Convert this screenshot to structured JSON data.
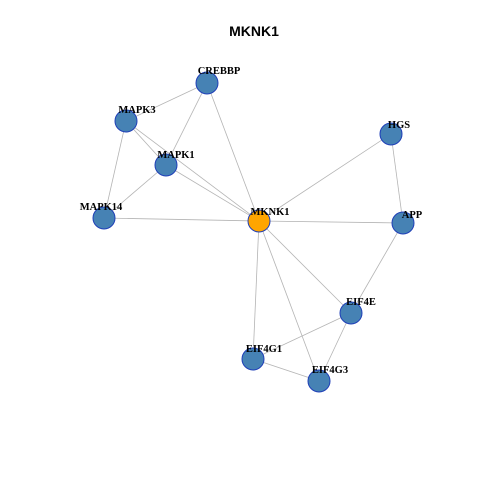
{
  "title": "MKNK1",
  "colors": {
    "node_fill": "#4682b4",
    "hub_fill": "#ffa500",
    "node_border": "#1f3fb8",
    "edge": "#b4b4b4"
  },
  "network": {
    "nodes": [
      {
        "id": "CREBBP",
        "label": "CREBBP",
        "hub": false
      },
      {
        "id": "MAPK3",
        "label": "MAPK3",
        "hub": false
      },
      {
        "id": "MAPK1",
        "label": "MAPK1",
        "hub": false
      },
      {
        "id": "MAPK14",
        "label": "MAPK14",
        "hub": false
      },
      {
        "id": "MKNK1",
        "label": "MKNK1",
        "hub": true
      },
      {
        "id": "HGS",
        "label": "HGS",
        "hub": false
      },
      {
        "id": "APP",
        "label": "APP",
        "hub": false
      },
      {
        "id": "EIF4E",
        "label": "EIF4E",
        "hub": false
      },
      {
        "id": "EIF4G1",
        "label": "EIF4G1",
        "hub": false
      },
      {
        "id": "EIF4G3",
        "label": "EIF4G3",
        "hub": false
      }
    ],
    "edges": [
      [
        "CREBBP",
        "MAPK3"
      ],
      [
        "CREBBP",
        "MAPK1"
      ],
      [
        "CREBBP",
        "MKNK1"
      ],
      [
        "MAPK3",
        "MAPK1"
      ],
      [
        "MAPK3",
        "MAPK14"
      ],
      [
        "MAPK3",
        "MKNK1"
      ],
      [
        "MAPK1",
        "MAPK14"
      ],
      [
        "MAPK1",
        "MKNK1"
      ],
      [
        "MAPK14",
        "MKNK1"
      ],
      [
        "HGS",
        "MKNK1"
      ],
      [
        "HGS",
        "APP"
      ],
      [
        "APP",
        "MKNK1"
      ],
      [
        "APP",
        "EIF4E"
      ],
      [
        "MKNK1",
        "EIF4E"
      ],
      [
        "MKNK1",
        "EIF4G1"
      ],
      [
        "MKNK1",
        "EIF4G3"
      ],
      [
        "EIF4E",
        "EIF4G1"
      ],
      [
        "EIF4E",
        "EIF4G3"
      ],
      [
        "EIF4G1",
        "EIF4G3"
      ]
    ]
  }
}
